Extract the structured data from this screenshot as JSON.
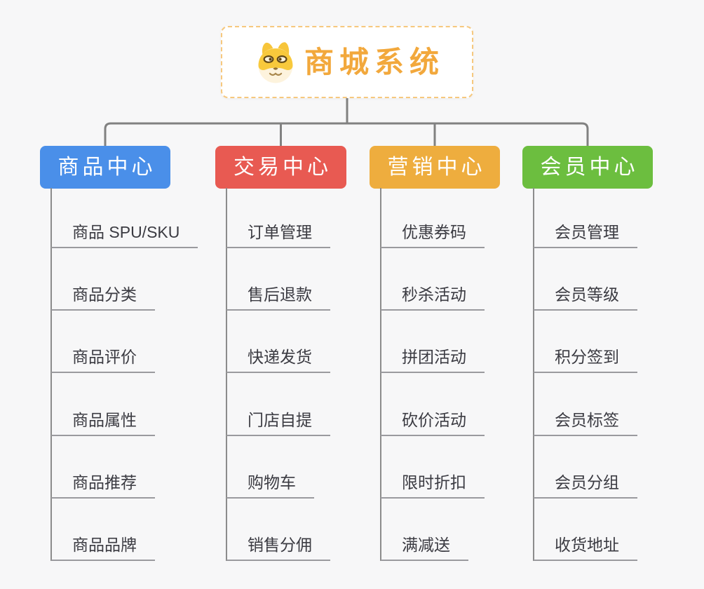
{
  "root": {
    "title": "商城系统",
    "icon": "doge-face-icon"
  },
  "branches": [
    {
      "label": "商品中心",
      "color": "#4a8fe9",
      "children": [
        "商品 SPU/SKU",
        "商品分类",
        "商品评价",
        "商品属性",
        "商品推荐",
        "商品品牌"
      ]
    },
    {
      "label": "交易中心",
      "color": "#e85a52",
      "children": [
        "订单管理",
        "售后退款",
        "快递发货",
        "门店自提",
        "购物车",
        "销售分佣"
      ]
    },
    {
      "label": "营销中心",
      "color": "#eead3e",
      "children": [
        "优惠券码",
        "秒杀活动",
        "拼团活动",
        "砍价活动",
        "限时折扣",
        "满减送"
      ]
    },
    {
      "label": "会员中心",
      "color": "#6cbe3f",
      "children": [
        "会员管理",
        "会员等级",
        "积分签到",
        "会员标签",
        "会员分组",
        "收货地址"
      ]
    }
  ],
  "colors": {
    "background": "#f7f7f8",
    "root_border": "#f6c87e",
    "root_title_text": "#f2a83c",
    "connector_line": "#818181",
    "branch_spine": "#8c8c8c",
    "item_underline": "#9a9a9e",
    "item_text": "#3b3b42",
    "branch_label_text": "#ffffff"
  }
}
